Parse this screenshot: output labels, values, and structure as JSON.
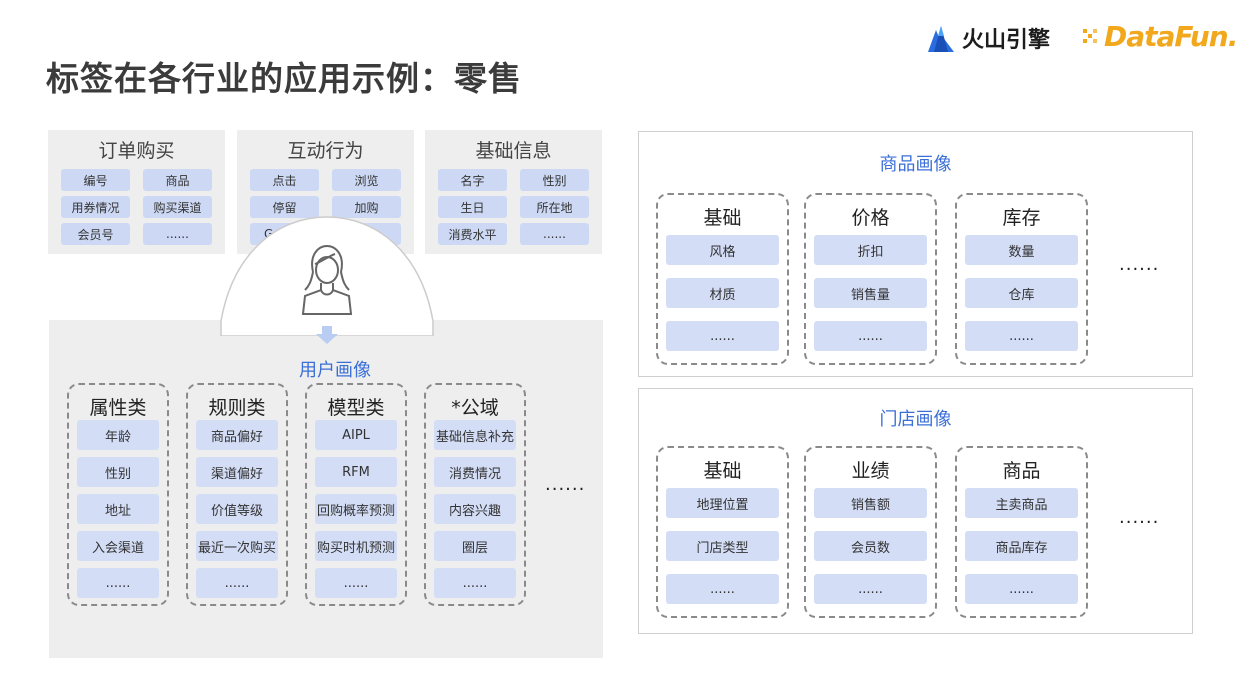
{
  "slide": {
    "title": "标签在各行业的应用示例：零售"
  },
  "logos": {
    "volcano": "火山引擎",
    "datafun": "DataFun."
  },
  "sources": [
    {
      "title": "订单购买",
      "chips": [
        "编号",
        "商品",
        "用券情况",
        "购买渠道",
        "会员号",
        "......"
      ]
    },
    {
      "title": "互动行为",
      "chips": [
        "点击",
        "浏览",
        "停留",
        "加购",
        "G",
        ""
      ]
    },
    {
      "title": "基础信息",
      "chips": [
        "名字",
        "性别",
        "生日",
        "所在地",
        "消费水平",
        "......"
      ]
    }
  ],
  "user_profile": {
    "title": "用户画像",
    "groups": [
      {
        "title": "属性类",
        "items": [
          "年龄",
          "性别",
          "地址",
          "入会渠道",
          "......"
        ]
      },
      {
        "title": "规则类",
        "items": [
          "商品偏好",
          "渠道偏好",
          "价值等级",
          "最近一次购买",
          "......"
        ]
      },
      {
        "title": "模型类",
        "items": [
          "AIPL",
          "RFM",
          "回购概率预测",
          "购买时机预测",
          "......"
        ]
      },
      {
        "title": "*公域",
        "items": [
          "基础信息补充",
          "消费情况",
          "内容兴趣",
          "圈层",
          "......"
        ]
      }
    ],
    "more": "......"
  },
  "product_profile": {
    "title": "商品画像",
    "groups": [
      {
        "title": "基础",
        "items": [
          "风格",
          "材质",
          "......"
        ]
      },
      {
        "title": "价格",
        "items": [
          "折扣",
          "销售量",
          "......"
        ]
      },
      {
        "title": "库存",
        "items": [
          "数量",
          "仓库",
          "......"
        ]
      }
    ],
    "more": "......"
  },
  "store_profile": {
    "title": "门店画像",
    "groups": [
      {
        "title": "基础",
        "items": [
          "地理位置",
          "门店类型",
          "......"
        ]
      },
      {
        "title": "业绩",
        "items": [
          "销售额",
          "会员数",
          "......"
        ]
      },
      {
        "title": "商品",
        "items": [
          "主卖商品",
          "商品库存",
          "......"
        ]
      }
    ],
    "more": "......"
  },
  "colors": {
    "accent_blue": "#3a6fd8",
    "chip_blue": "#cdd9f4",
    "panel_gray": "#eeeeee",
    "datafun_orange": "#f2a81d"
  },
  "icons": [
    "volcano-logo-icon",
    "datafun-logo-icon",
    "person-icon",
    "down-arrow-icon"
  ]
}
